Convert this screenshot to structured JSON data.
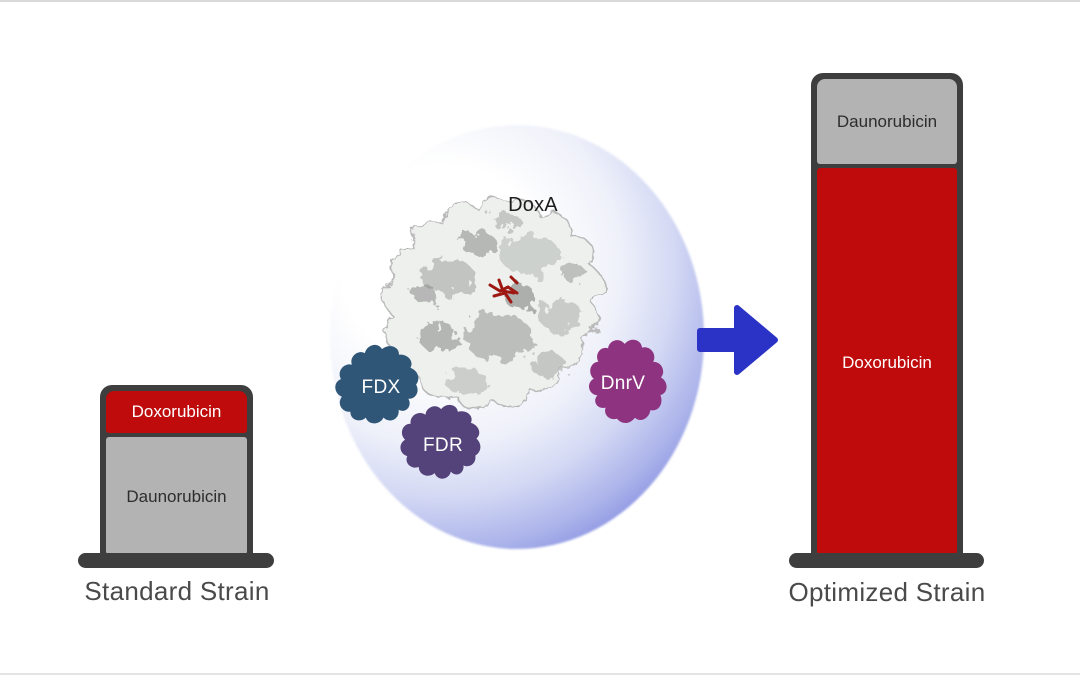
{
  "palette": {
    "red": "#bf0b0b",
    "gray": "#b3b3b3",
    "dark": "#3e3e3e",
    "arrow_blue": "#2b33c6",
    "circle_blue": "#3a42ca",
    "fdx": "#2f5677",
    "fdr": "#54437a",
    "dnrv": "#8e3380",
    "ligand_red": "#9e1813"
  },
  "center_panel": {
    "enzyme_label": "DoxA",
    "partners": [
      {
        "label": "FDX",
        "color": "#2f5677"
      },
      {
        "label": "FDR",
        "color": "#54437a"
      },
      {
        "label": "DnrV",
        "color": "#8e3380"
      }
    ]
  },
  "standard_strain": {
    "title": "Standard Strain",
    "top_segment": {
      "label": "Doxorubicin",
      "color": "#bf0b0b"
    },
    "bottom_segment": {
      "label": "Daunorubicin",
      "color": "#b3b3b3"
    }
  },
  "optimized_strain": {
    "title": "Optimized Strain",
    "top_segment": {
      "label": "Daunorubicin",
      "color": "#b3b3b3"
    },
    "bottom_segment": {
      "label": "Doxorubicin",
      "color": "#bf0b0b"
    }
  }
}
